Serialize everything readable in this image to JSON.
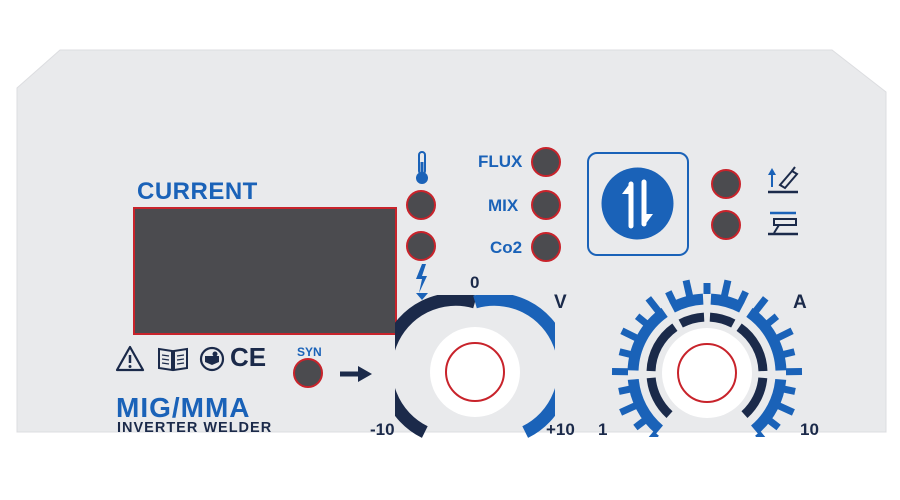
{
  "colors": {
    "panel": "#e9eaec",
    "brand_blue": "#1a62b8",
    "navy": "#1b2a4a",
    "button_fill": "#4b4b4f",
    "indicator_red": "#c8232b"
  },
  "display": {
    "title": "CURRENT"
  },
  "gas_options": {
    "flux": "FLUX",
    "mix": "MIX",
    "co2": "Co2"
  },
  "syn_button": {
    "label": "SYN"
  },
  "voltage_knob": {
    "unit": "V",
    "label_top": "0",
    "label_min": "-10",
    "label_max": "+10",
    "min": -10,
    "max": 10
  },
  "current_knob": {
    "unit": "A",
    "label_min": "1",
    "label_max": "10",
    "min": 1,
    "max": 10
  },
  "product": {
    "model": "MIG/MMA",
    "subtitle": "INVERTER WELDER"
  },
  "cert": {
    "ce": "CE"
  },
  "icons": [
    "thermometer-icon",
    "lightning-icon",
    "selector-arrows-icon",
    "torch-up-icon",
    "torch-flat-icon",
    "warning-icon",
    "manual-book-icon",
    "operator-mask-icon",
    "arrow-right-icon"
  ]
}
